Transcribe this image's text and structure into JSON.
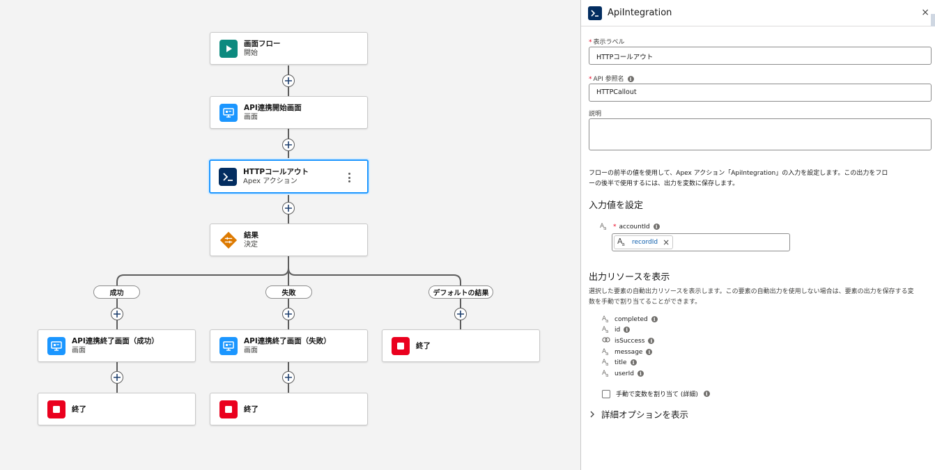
{
  "flow": {
    "start": {
      "title": "画面フロー",
      "subtitle": "開始"
    },
    "screen_start": {
      "title": "API連携開始画面",
      "subtitle": "画面"
    },
    "http_callout": {
      "title": "HTTPコールアウト",
      "subtitle": "Apex アクション"
    },
    "decision": {
      "title": "結果",
      "subtitle": "決定"
    },
    "outcomes": [
      "成功",
      "失敗",
      "デフォルトの結果"
    ],
    "screen_success": {
      "title": "API連携終了画面（成功）",
      "subtitle": "画面"
    },
    "screen_failure": {
      "title": "API連携終了画面（失敗）",
      "subtitle": "画面"
    },
    "end_label": "終了"
  },
  "panel": {
    "title": "ApiIntegration",
    "close": "×",
    "label_field": {
      "label": "表示ラベル",
      "value": "HTTPコールアウト"
    },
    "api_field": {
      "label": "API 参照名",
      "value": "HTTPCallout"
    },
    "description": {
      "label": "説明",
      "value": ""
    },
    "intro_line1": "フローの前半の値を使用して、Apex アクション「ApiIntegration」の入力を設定します。この出力をフロ",
    "intro_line2": "ーの後半で使用するには、出力を変数に保存します。",
    "inputs_heading": "入力値を設定",
    "input_param": {
      "name": "accountId",
      "pill": "recordId"
    },
    "outputs_heading": "出力リソースを表示",
    "outputs_desc1": "選択した要素の自動出力リソースを表示します。この要素の自動出力を使用しない場合は、要素の出力を保存する変",
    "outputs_desc2": "数を手動で割り当てることができます。",
    "outputs": [
      {
        "name": "completed",
        "type": "text"
      },
      {
        "name": "id",
        "type": "text"
      },
      {
        "name": "isSuccess",
        "type": "boolean"
      },
      {
        "name": "message",
        "type": "text"
      },
      {
        "name": "title",
        "type": "text"
      },
      {
        "name": "userId",
        "type": "text"
      }
    ],
    "manual_assign": "手動で変数を割り当て (詳細)",
    "advanced": "詳細オプションを表示"
  }
}
